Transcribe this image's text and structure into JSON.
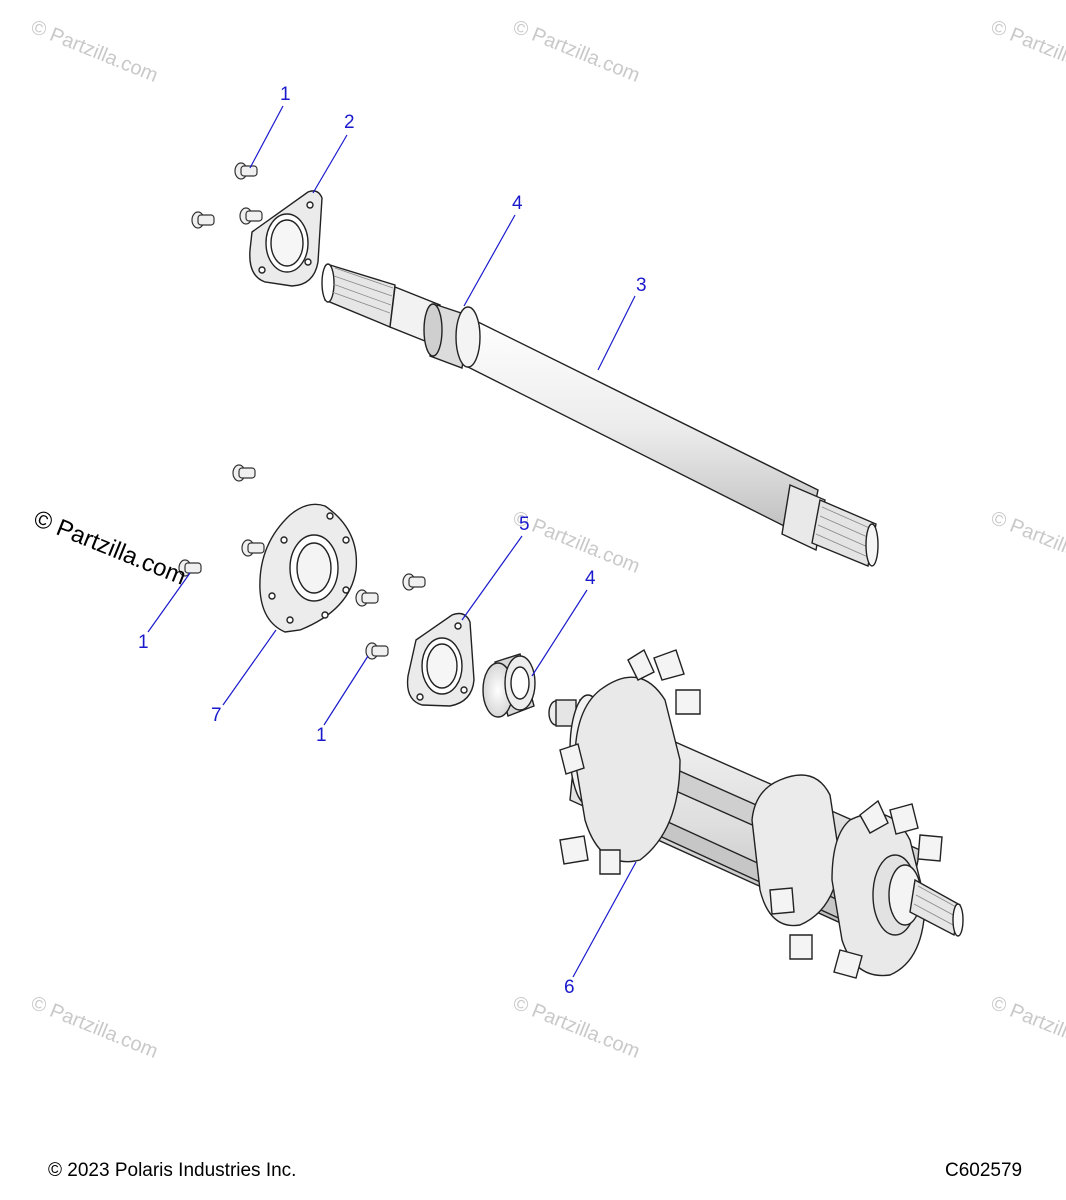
{
  "watermark": "© Partzilla.com",
  "callouts": {
    "c1a": "1",
    "c2": "2",
    "c4a": "4",
    "c3": "3",
    "c5": "5",
    "c4b": "4",
    "c1b": "1",
    "c7": "7",
    "c1c": "1",
    "c6": "6"
  },
  "footer": {
    "copyright": "© 2023 Polaris Industries Inc.",
    "diagram_code": "C602579"
  },
  "colors": {
    "callout": "#1a1acd",
    "watermark": "#c9c9c9",
    "line_art": "#222222"
  }
}
